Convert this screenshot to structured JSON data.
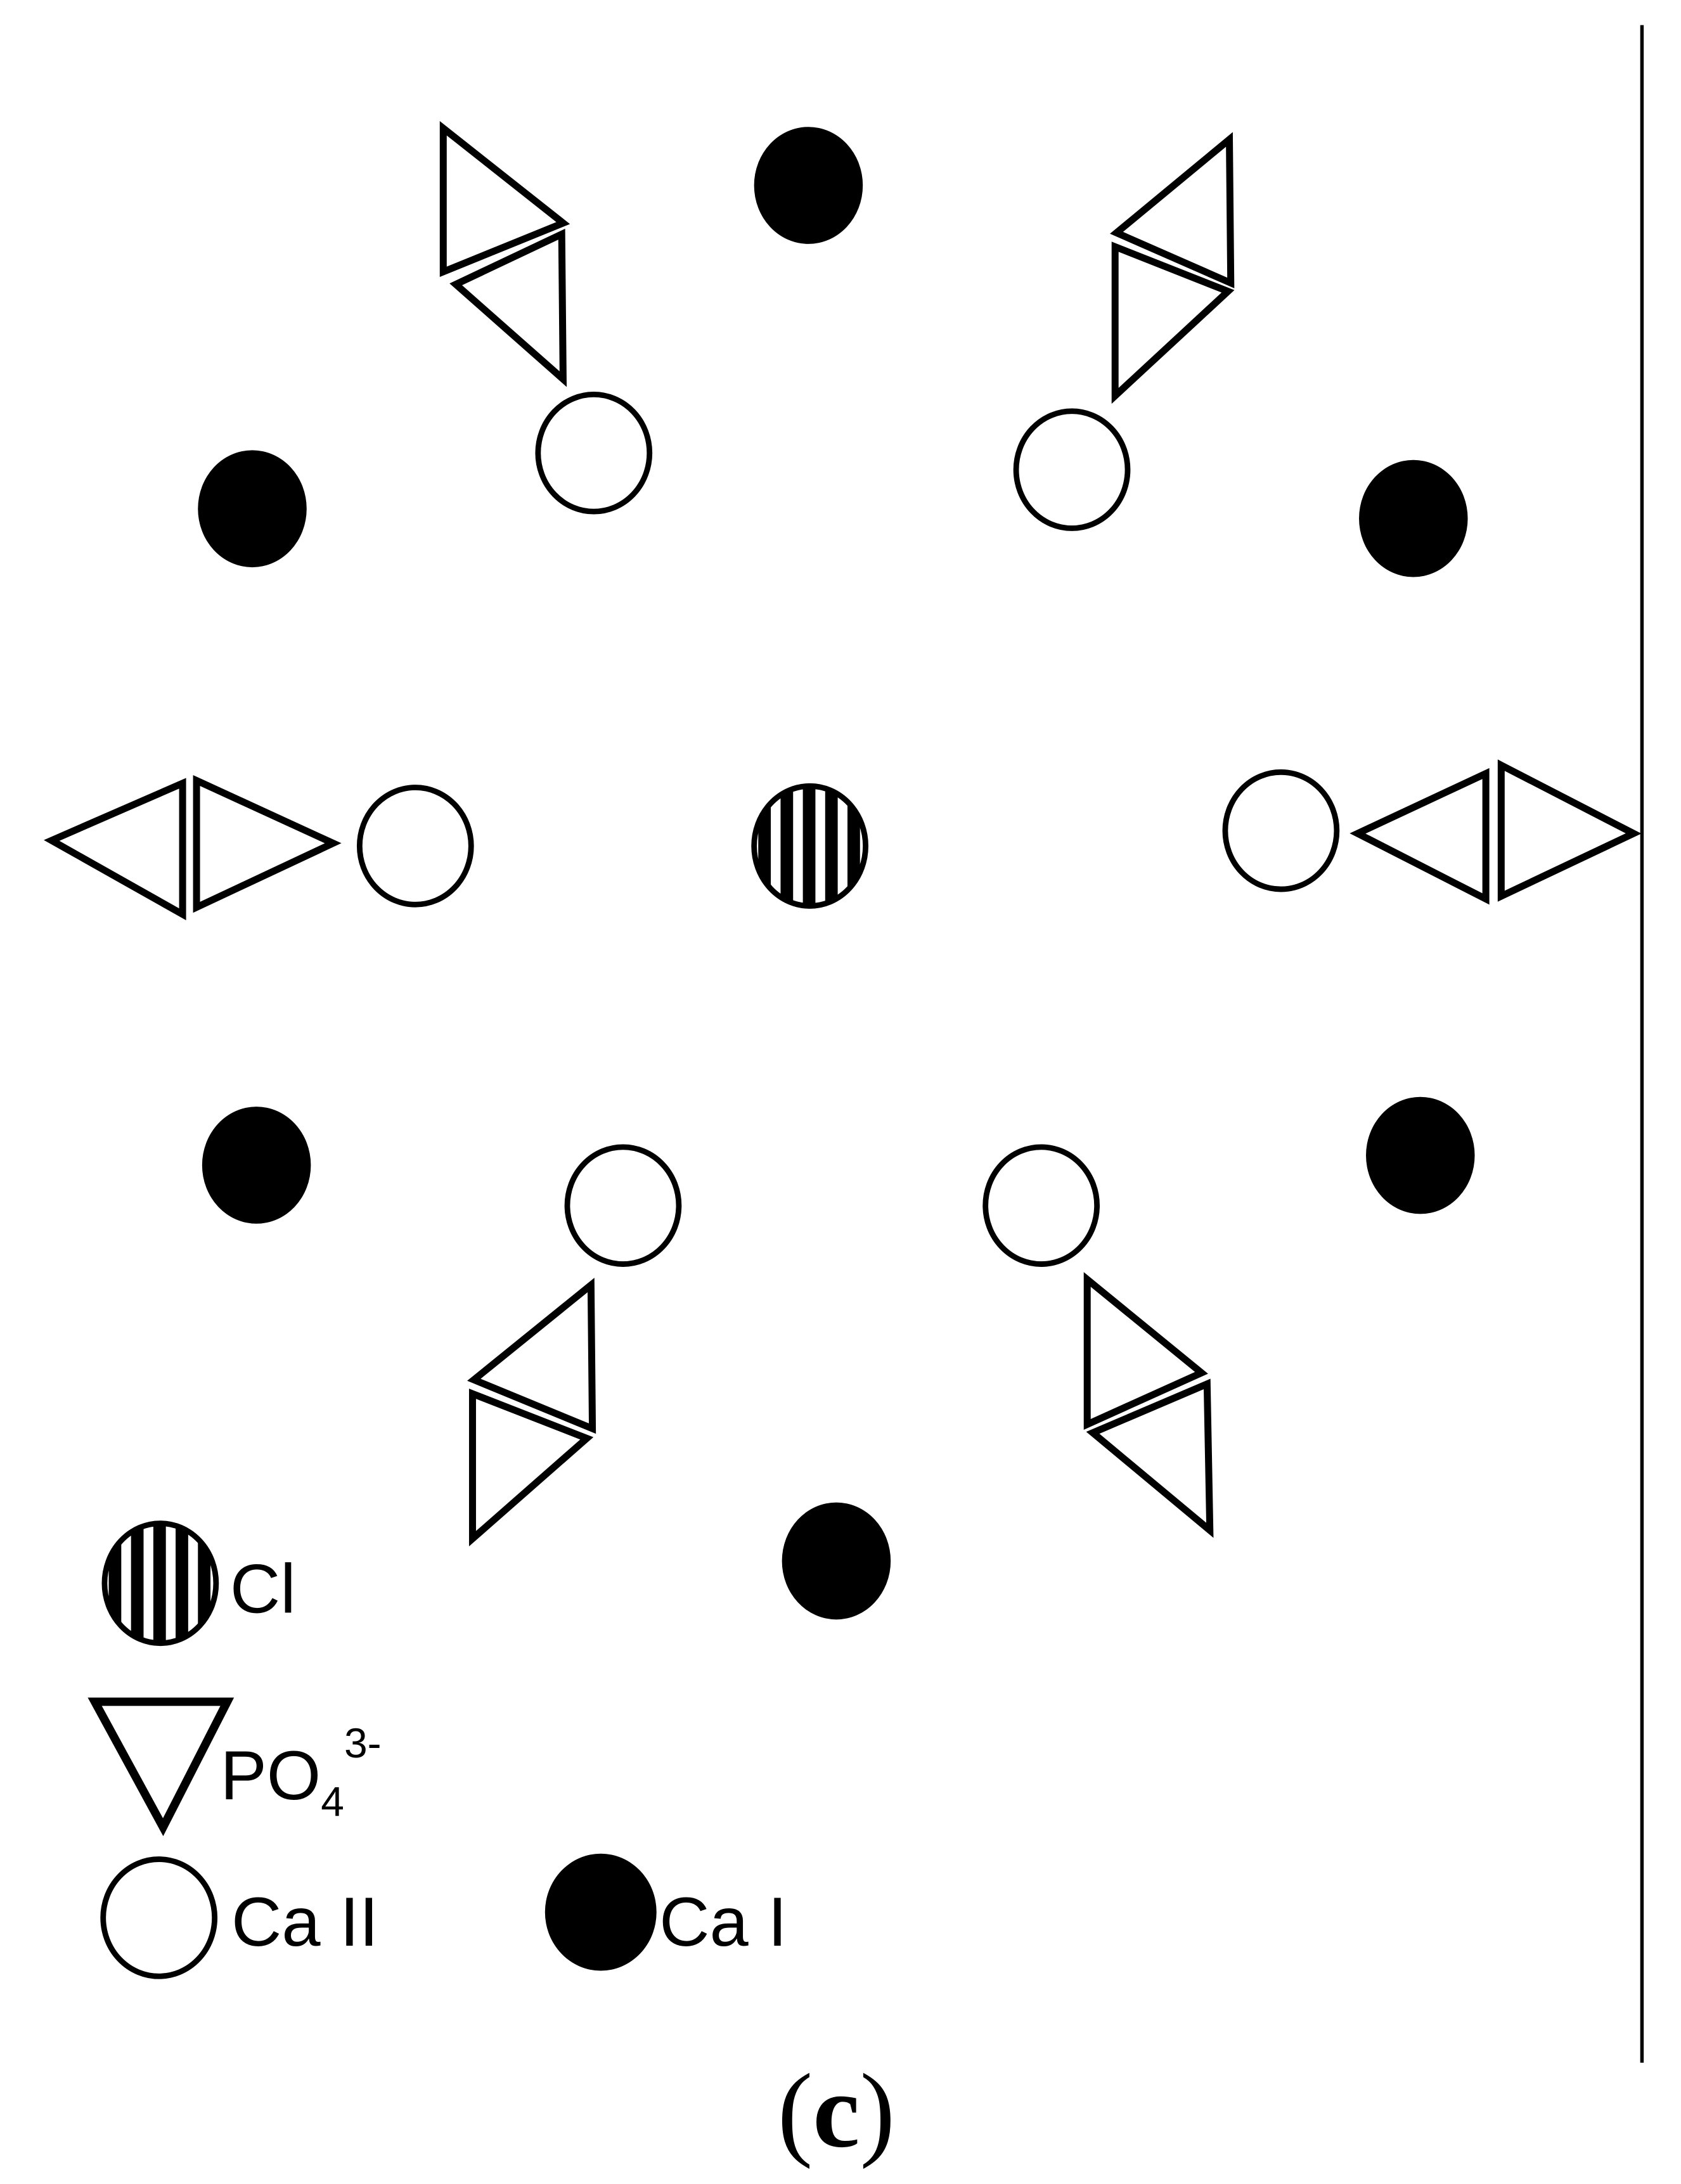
{
  "legend": {
    "cl_label": "Cl",
    "po4_label": "PO",
    "po4_subscript": "4",
    "po4_superscript": "3-",
    "ca2_label": "Ca II",
    "ca1_label": "Ca I"
  },
  "caption": {
    "open": "(",
    "letter": "c",
    "close": ")"
  },
  "colors": {
    "ink": "#000000",
    "background": "#ffffff"
  }
}
